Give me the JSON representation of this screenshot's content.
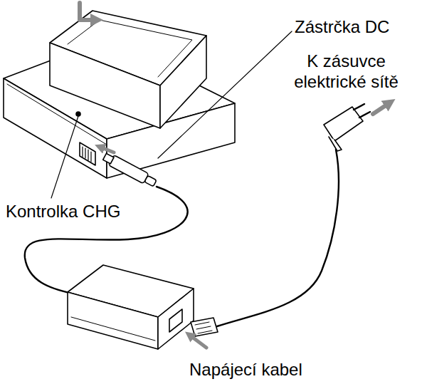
{
  "diagram": {
    "labels": [
      "Zástrčka DC",
      "K zásuvce elektrické sítě",
      "Kontrolka CHG",
      "Napájecí kabel"
    ]
  }
}
